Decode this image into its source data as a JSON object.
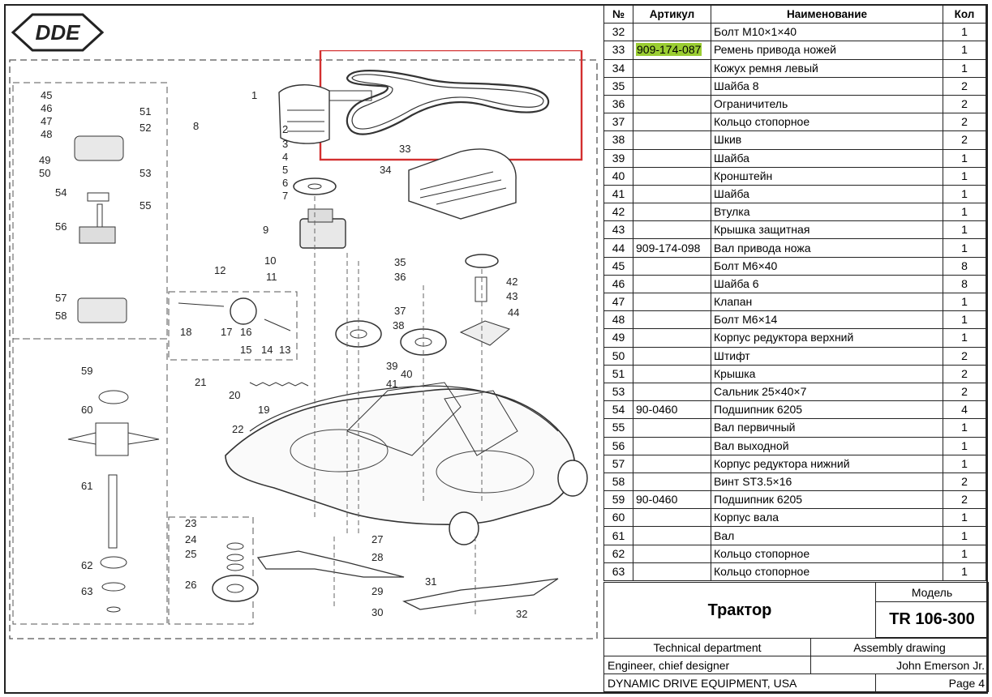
{
  "logo": {
    "text": "DDE"
  },
  "table": {
    "headers": {
      "no": "№",
      "article": "Артикул",
      "name": "Наименование",
      "qty": "Кол"
    },
    "rows": [
      {
        "no": "32",
        "article": "",
        "name": "Болт М10×1×40",
        "qty": "1"
      },
      {
        "no": "33",
        "article": "909-174-087",
        "name": "Ремень привода ножей",
        "qty": "1",
        "highlight": true
      },
      {
        "no": "34",
        "article": "",
        "name": "Кожух ремня левый",
        "qty": "1"
      },
      {
        "no": "35",
        "article": "",
        "name": "Шайба 8",
        "qty": "2"
      },
      {
        "no": "36",
        "article": "",
        "name": "Ограничитель",
        "qty": "2"
      },
      {
        "no": "37",
        "article": "",
        "name": "Кольцо стопорное",
        "qty": "2"
      },
      {
        "no": "38",
        "article": "",
        "name": "Шкив",
        "qty": "2"
      },
      {
        "no": "39",
        "article": "",
        "name": "Шайба",
        "qty": "1"
      },
      {
        "no": "40",
        "article": "",
        "name": "Кронштейн",
        "qty": "1"
      },
      {
        "no": "41",
        "article": "",
        "name": "Шайба",
        "qty": "1"
      },
      {
        "no": "42",
        "article": "",
        "name": "Втулка",
        "qty": "1"
      },
      {
        "no": "43",
        "article": "",
        "name": "Крышка защитная",
        "qty": "1"
      },
      {
        "no": "44",
        "article": "909-174-098",
        "name": "Вал привода ножа",
        "qty": "1"
      },
      {
        "no": "45",
        "article": "",
        "name": "Болт М6×40",
        "qty": "8"
      },
      {
        "no": "46",
        "article": "",
        "name": "Шайба 6",
        "qty": "8"
      },
      {
        "no": "47",
        "article": "",
        "name": "Клапан",
        "qty": "1"
      },
      {
        "no": "48",
        "article": "",
        "name": "Болт М6×14",
        "qty": "1"
      },
      {
        "no": "49",
        "article": "",
        "name": "Корпус редуктора верхний",
        "qty": "1"
      },
      {
        "no": "50",
        "article": "",
        "name": "Штифт",
        "qty": "2"
      },
      {
        "no": "51",
        "article": "",
        "name": "Крышка",
        "qty": "2"
      },
      {
        "no": "53",
        "article": "",
        "name": "Сальник 25×40×7",
        "qty": "2"
      },
      {
        "no": "54",
        "article": "90-0460",
        "name": "Подшипник 6205",
        "qty": "4"
      },
      {
        "no": "55",
        "article": "",
        "name": "Вал первичный",
        "qty": "1"
      },
      {
        "no": "56",
        "article": "",
        "name": "Вал выходной",
        "qty": "1"
      },
      {
        "no": "57",
        "article": "",
        "name": "Корпус редуктора нижний",
        "qty": "1"
      },
      {
        "no": "58",
        "article": "",
        "name": "Винт ST3.5×16",
        "qty": "2"
      },
      {
        "no": "59",
        "article": "90-0460",
        "name": "Подшипник 6205",
        "qty": "2"
      },
      {
        "no": "60",
        "article": "",
        "name": "Корпус вала",
        "qty": "1"
      },
      {
        "no": "61",
        "article": "",
        "name": "Вал",
        "qty": "1"
      },
      {
        "no": "62",
        "article": "",
        "name": "Кольцо стопорное",
        "qty": "1"
      },
      {
        "no": "63",
        "article": "",
        "name": "Кольцо стопорное",
        "qty": "1"
      }
    ]
  },
  "title_block": {
    "title": "Трактор",
    "model_label": "Модель",
    "model": "TR 106-300",
    "department": "Technical department",
    "drawing_type": "Assembly drawing",
    "role": "Engineer, chief designer",
    "person": "John Emerson Jr.",
    "company": "DYNAMIC DRIVE EQUIPMENT, USA",
    "page": "Page 4"
  },
  "callouts": [
    "1",
    "2",
    "3",
    "4",
    "5",
    "6",
    "7",
    "8",
    "9",
    "10",
    "11",
    "12",
    "13",
    "14",
    "15",
    "16",
    "17",
    "18",
    "19",
    "20",
    "21",
    "22",
    "23",
    "24",
    "25",
    "26",
    "27",
    "28",
    "29",
    "30",
    "31",
    "32",
    "33",
    "34",
    "35",
    "36",
    "37",
    "38",
    "39",
    "40",
    "41",
    "42",
    "43",
    "44",
    "45",
    "46",
    "47",
    "48",
    "49",
    "50",
    "51",
    "52",
    "53",
    "54",
    "55",
    "56",
    "57",
    "58",
    "59",
    "60",
    "61",
    "62",
    "63"
  ],
  "colors": {
    "highlight": "#9acd32",
    "focus_box": "#d32f2f",
    "line": "#222222"
  }
}
